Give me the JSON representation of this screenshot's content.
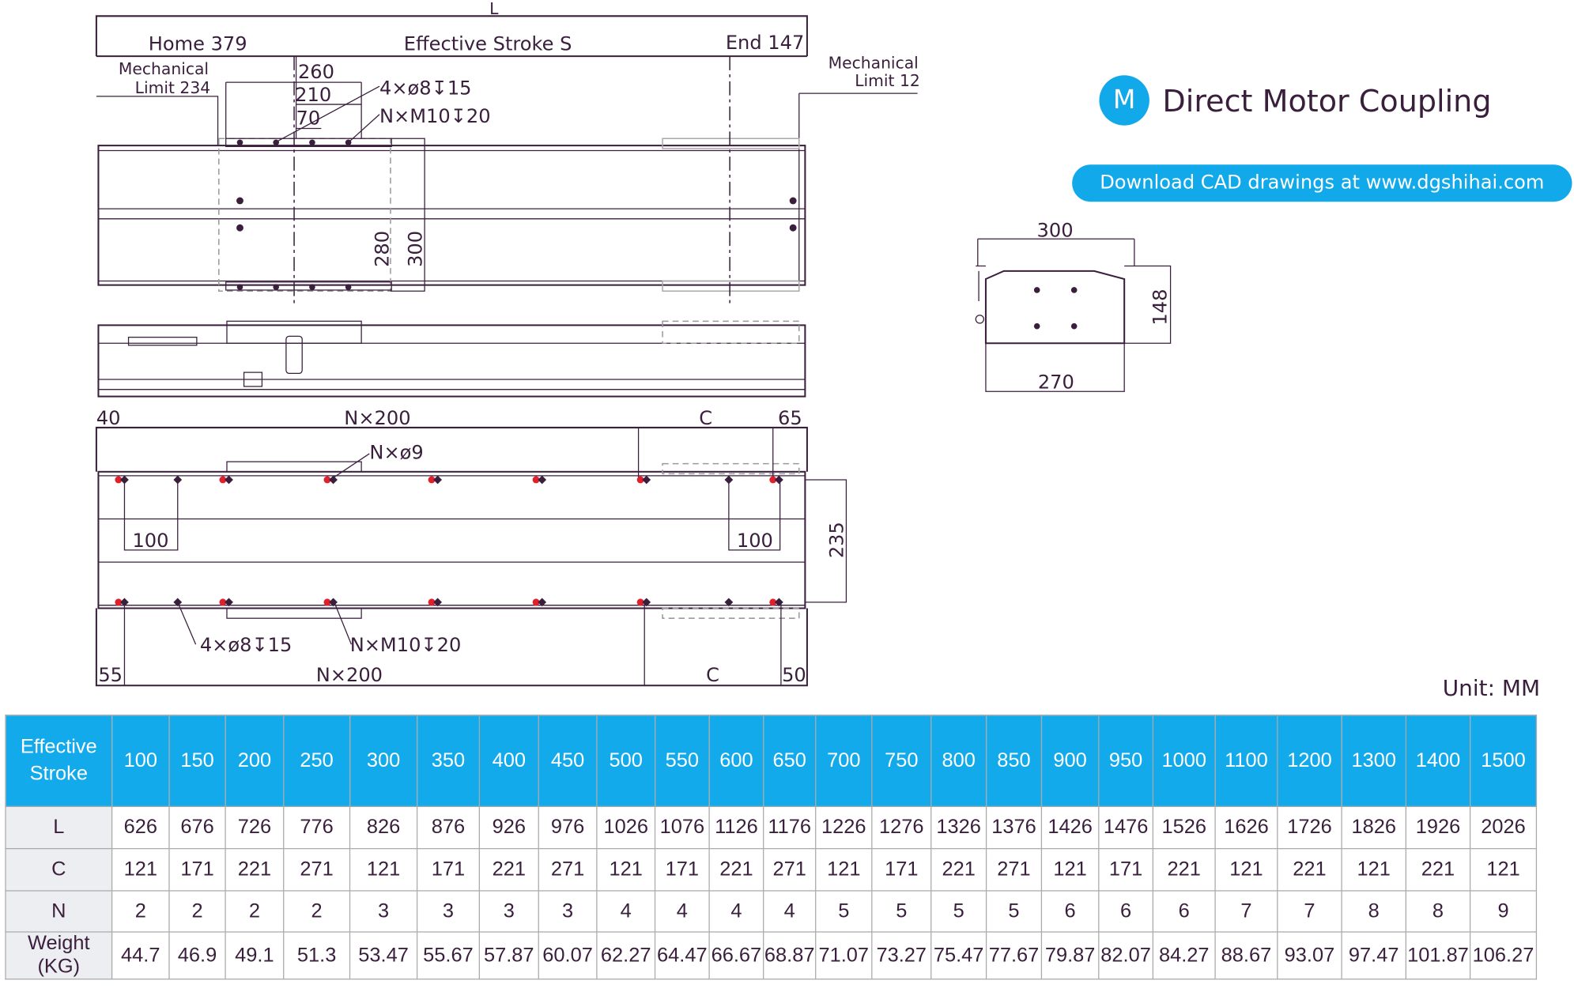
{
  "header": {
    "badge": "M",
    "title": "Direct Motor Coupling",
    "download": "Download CAD drawings at www.dgshihai.com",
    "unit": "Unit: MM"
  },
  "drawing": {
    "L": "L",
    "home": "Home 379",
    "stroke": "Effective Stroke S",
    "end": "End 147",
    "mech_left_1": "Mechanical",
    "mech_left_2": "Limit 234",
    "mech_right_1": "Mechanical",
    "mech_right_2": "Limit 12",
    "d260": "260",
    "d210": "210",
    "d70": "70",
    "holes_top": "4×ø8↧15",
    "holes_m10": "N×M10↧20",
    "d280": "280",
    "d300": "300",
    "b40": "40",
    "bNx200": "N×200",
    "bC": "C",
    "b65": "65",
    "bNx9": "N×ø9",
    "b100a": "100",
    "b100b": "100",
    "b235": "235",
    "b_holes": "4×ø8↧15",
    "b_m10": "N×M10↧20",
    "b55": "55",
    "bNx200b": "N×200",
    "bCb": "C",
    "b50": "50",
    "e300": "300",
    "e148": "148",
    "e270": "270"
  },
  "table": {
    "row_header": "Effective Stroke",
    "strokes": [
      "100",
      "150",
      "200",
      "250",
      "300",
      "350",
      "400",
      "450",
      "500",
      "550",
      "600",
      "650",
      "700",
      "750",
      "800",
      "850",
      "900",
      "950",
      "1000",
      "1100",
      "1200",
      "1300",
      "1400",
      "1500"
    ],
    "rows": [
      {
        "label": "L",
        "values": [
          "626",
          "676",
          "726",
          "776",
          "826",
          "876",
          "926",
          "976",
          "1026",
          "1076",
          "1126",
          "1176",
          "1226",
          "1276",
          "1326",
          "1376",
          "1426",
          "1476",
          "1526",
          "1626",
          "1726",
          "1826",
          "1926",
          "2026"
        ]
      },
      {
        "label": "C",
        "values": [
          "121",
          "171",
          "221",
          "271",
          "121",
          "171",
          "221",
          "271",
          "121",
          "171",
          "221",
          "271",
          "121",
          "171",
          "221",
          "271",
          "121",
          "171",
          "221",
          "121",
          "221",
          "121",
          "221",
          "121"
        ]
      },
      {
        "label": "N",
        "values": [
          "2",
          "2",
          "2",
          "2",
          "3",
          "3",
          "3",
          "3",
          "4",
          "4",
          "4",
          "4",
          "5",
          "5",
          "5",
          "5",
          "6",
          "6",
          "6",
          "7",
          "7",
          "8",
          "8",
          "9"
        ]
      },
      {
        "label": "Weight (KG)",
        "values": [
          "44.7",
          "46.9",
          "49.1",
          "51.3",
          "53.47",
          "55.67",
          "57.87",
          "60.07",
          "62.27",
          "64.47",
          "66.67",
          "68.87",
          "71.07",
          "73.27",
          "75.47",
          "77.67",
          "79.87",
          "82.07",
          "84.27",
          "88.67",
          "93.07",
          "97.47",
          "101.87",
          "106.27"
        ]
      }
    ]
  },
  "colors": {
    "accent": "#12aaeb",
    "ink": "#3a1f3d",
    "hole": "#e0202a"
  }
}
